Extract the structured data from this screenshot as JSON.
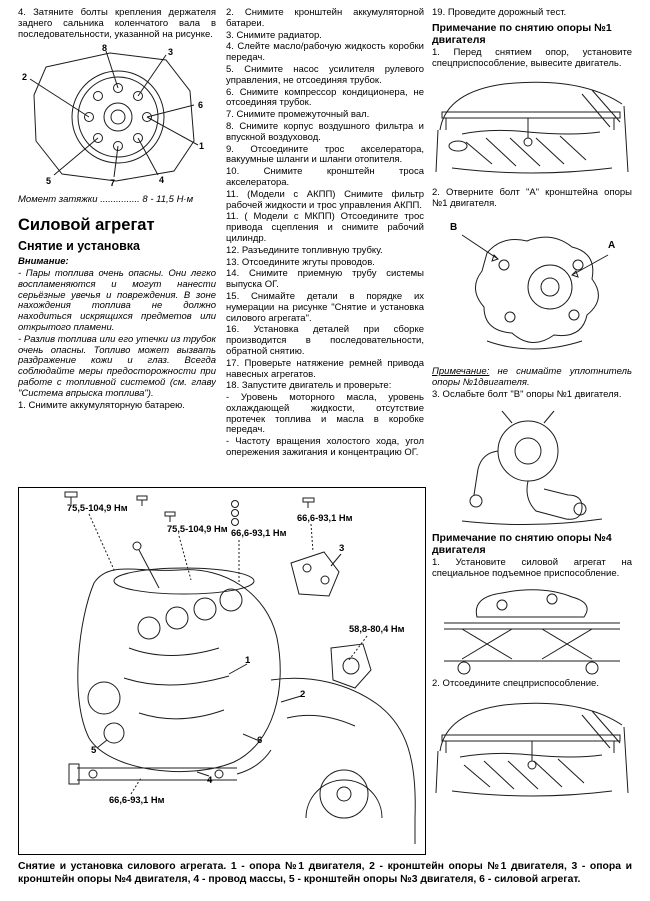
{
  "left": {
    "step4": "4. Затяните болты крепления держателя заднего сальника коленчатого вала в последовательности, указанной на рисунке.",
    "fly_nums": [
      "1",
      "2",
      "3",
      "4",
      "5",
      "6",
      "7",
      "8"
    ],
    "torque": "Момент затяжки ............... 8 - 11,5 Н·м",
    "heading": "Силовой агрегат",
    "subheading": "Снятие и установка",
    "warn_label": "Внимание:",
    "warn1": "- Пары топлива очень опасны. Они легко воспламеняются и могут нанести серьёзные увечья и повреждения. В зоне нахождения топлива не должно находиться искрящихся предметов или открытого пламени.",
    "warn2": "- Разлив топлива или его утечки из трубок очень опасны. Топливо может вызвать раздражение кожи и глаз. Всегда соблюдайте меры предосторожности при работе с топливной системой (см. главу \"Система впрыска топлива\").",
    "step1": "1. Снимите аккумуляторную батарею."
  },
  "mid": {
    "steps": [
      "2. Снимите кронштейн аккумуляторной батареи.",
      "3. Снимите радиатор.",
      "4. Слейте масло/рабочую жидкость коробки передач.",
      "5. Снимите насос усилителя рулевого управления, не отсоединяя трубок.",
      "6. Снимите компрессор кондиционера, не отсоединяя трубок.",
      "7. Снимите промежуточный вал.",
      "8. Снимите корпус воздушного фильтра и впускной воздуховод.",
      "9. Отсоедините трос акселератора, вакуумные шланги и шланги отопителя.",
      "10. Снимите кронштейн троса акселератора.",
      "11. (Модели с АКПП) Снимите фильтр рабочей жидкости и трос управления АКПП.",
      "11. ( Модели с МКПП) Отсоедините трос привода сцепления и снимите рабочий цилиндр.",
      "12. Разъедините топливную трубку.",
      "13. Отсоедините жгуты проводов.",
      "14. Снимите приемную трубу системы выпуска ОГ.",
      "15. Снимайте детали в порядке их нумерации на рисунке \"Снятие и установка силового агрегата\".",
      "16. Установка деталей при сборке производится в последовательности, обратной снятию.",
      "17. Проверьте натяжение ремней привода навесных агрегатов.",
      "18. Запустите двигатель и проверьте:",
      "- Уровень моторного масла, уровень охлаждающей жидкости, отсутствие протечек топлива и масла в коробке передач.",
      "- Частоту вращения холостого хода, угол опережения зажигания и концентрацию ОГ."
    ]
  },
  "right": {
    "step19": "19. Проведите дорожный тест.",
    "h_note1": "Примечание по снятию опоры №1 двигателя",
    "n1s1": "1. Перед снятием опор, установите спецприспособление, вывесите двигатель.",
    "n1s2": "2. Отверните болт \"А\" кронштейна опоры №1 двигателя.",
    "note_label": "Примечание:",
    "note_text": "не снимайте уплотнитель опоры №1двигателя.",
    "n1s3": "3. Ослабьте болт \"В\" опоры №1 двигателя.",
    "h_note4": "Примечание по снятию опоры №4 двигателя",
    "n4s1": "1. Установите силовой агрегат на специальное подъемное приспособление.",
    "n4s2": "2. Отсоедините спецприспособление.",
    "fig_ab": {
      "a": "A",
      "b": "B"
    }
  },
  "big": {
    "torques": [
      "75,5-104,9 Нм",
      "75,5-104,9 Нм",
      "66,6-93,1 Нм",
      "66,6-93,1 Нм",
      "58,8-80,4 Нм",
      "66,6-93,1 Нм"
    ],
    "nums": [
      "1",
      "2",
      "3",
      "4",
      "5",
      "6"
    ]
  },
  "caption": "Снятие и установка силового агрегата. 1 - опора №1 двигателя, 2 - кронштейн опоры №1 двигателя, 3 - опора и кронштейн опоры №4 двигателя, 4 - провод массы, 5 - кронштейн опоры №3 двигателя, 6 - силовой агрегат."
}
